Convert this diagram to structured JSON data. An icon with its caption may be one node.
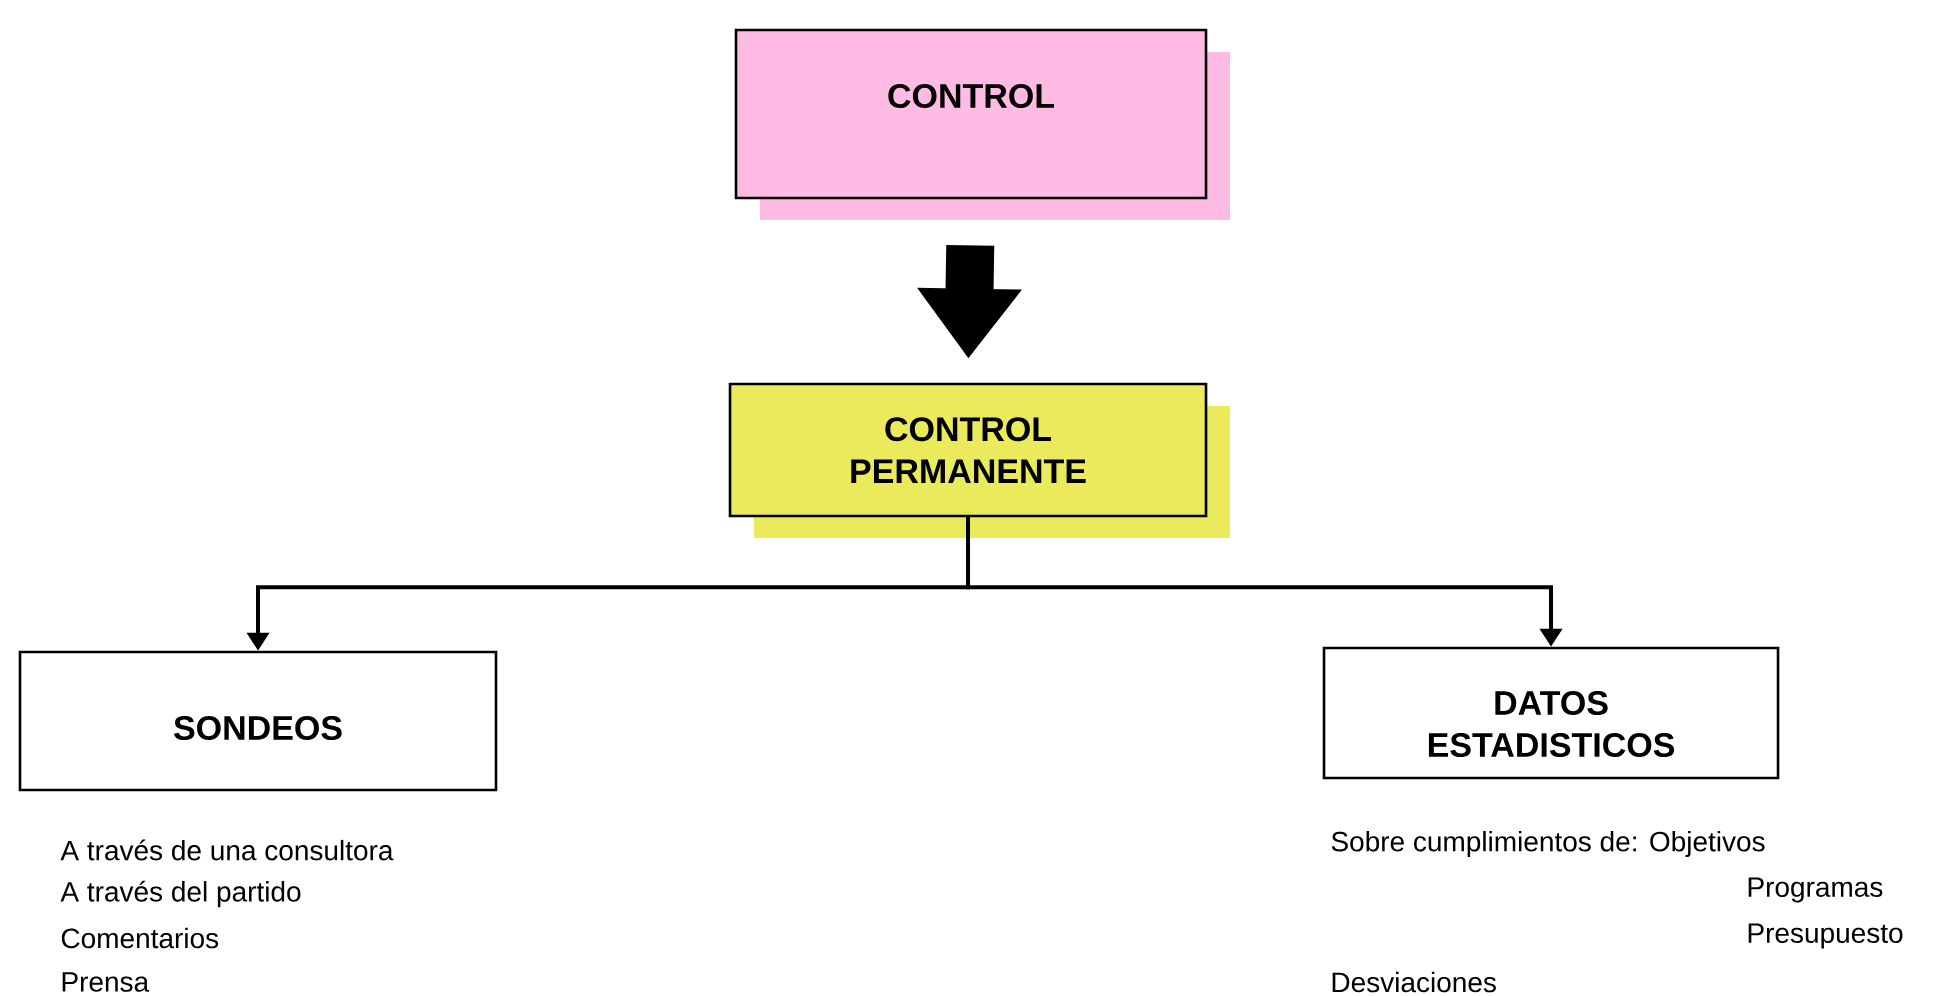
{
  "diagram": {
    "nodes": [
      {
        "text": [
          "CONTROL"
        ]
      },
      {
        "text": [
          "CONTROL PERMANENTE"
        ]
      },
      {
        "text": [
          "SONDEOS"
        ],
        "beside": [
          "A través de una consultora",
          "A través del  partido",
          "Comentarios",
          "Prensa"
        ]
      },
      {
        "text": [
          "DATOS ESTADISTICOS"
        ],
        "beside": [
          "Sobre cumplimientos de: Objetivos",
          "Programas",
          "Presupuesto"
        ]
      }
    ],
    "labels": [
      "Desviaciones"
    ],
    "edges": [
      {
        "from": 0,
        "to": 1,
        "arrow": "to",
        "style": "thick"
      },
      {
        "from": 1,
        "to": 2,
        "arrow": "to"
      },
      {
        "from": 1,
        "to": 3,
        "arrow": "to"
      }
    ]
  }
}
